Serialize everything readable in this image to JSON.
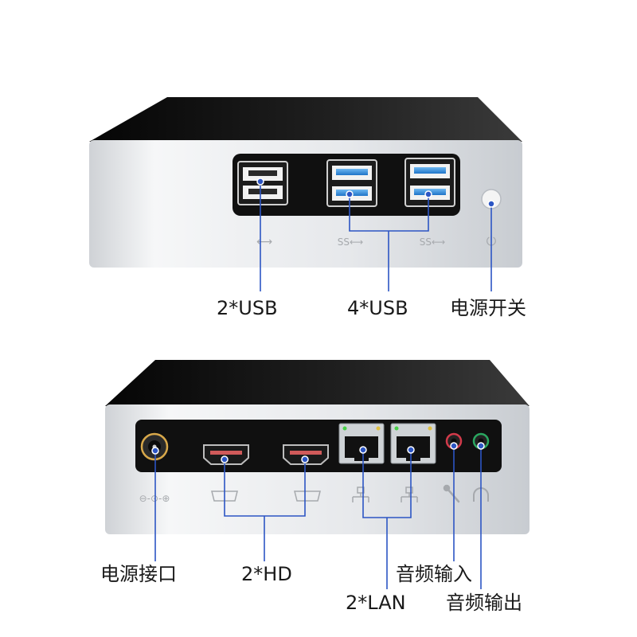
{
  "colors": {
    "accent_line": "#2c55c4",
    "chassis_top": "#121212",
    "chassis_silver": "#e4e6ea",
    "panel": "#101010",
    "usb3_blue": "#2f8fe0",
    "audio_in": "#d23a4a",
    "audio_out": "#2aa760"
  },
  "front": {
    "icons": [
      "usb-icon",
      "usb-superspeed-icon",
      "usb-superspeed-icon",
      "power-icon"
    ],
    "usb_legacy_icon_text": "⟷",
    "ss_icon_text": "SS⟷",
    "power_icon_text": "⏻",
    "labels": {
      "usb2": "2*USB",
      "usb3": "4*USB",
      "power_switch": "电源开关"
    }
  },
  "back": {
    "icons": [
      "dc-power-icon",
      "hdmi-icon",
      "hdmi-icon",
      "lan-icon",
      "lan-icon",
      "microphone-icon",
      "headphone-icon"
    ],
    "dc_icon_text": "⊖-⊙-⊕",
    "labels": {
      "power_port": "电源接口",
      "hd": "2*HD",
      "lan": "2*LAN",
      "audio_in": "音频输入",
      "audio_out": "音频输出"
    }
  }
}
